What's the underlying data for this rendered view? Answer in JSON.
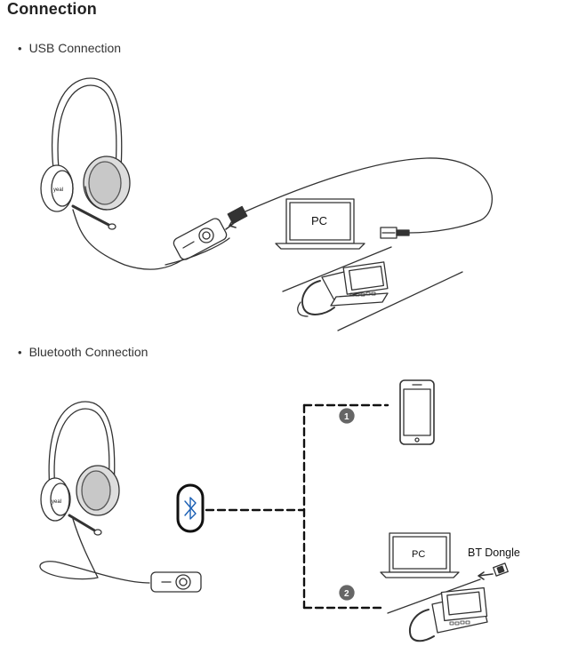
{
  "page": {
    "title": "Connection",
    "sections": [
      {
        "label": "USB Connection"
      },
      {
        "label": "Bluetooth Connection"
      }
    ]
  },
  "usb_diagram": {
    "pc_label": "PC"
  },
  "bt_diagram": {
    "pc_label": "PC",
    "dongle_label": "BT Dongle",
    "step_1": "1",
    "step_2": "2"
  }
}
